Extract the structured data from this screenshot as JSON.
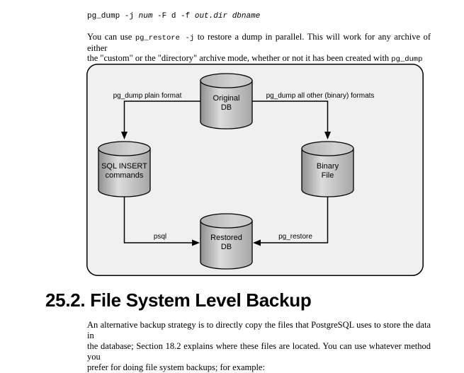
{
  "synopsis": {
    "c1": "pg_dump -j ",
    "v1": "num",
    "c2": " -F d -f ",
    "v2": "out.dir",
    "c3": " ",
    "v3": "dbname"
  },
  "intro": {
    "l1_pre": "You can use ",
    "l1_code": "pg_restore -j",
    "l1_post": " to restore a dump in parallel. This will work for any archive of either",
    "l2_pre": "the \"custom\" or the \"directory\" archive mode, whether or not it has been created with ",
    "l2_code": "pg_dump -j",
    "l2_post": "."
  },
  "diagram": {
    "background": "#f0f0f0",
    "border_color": "#000000",
    "cylinder_colors": {
      "body_dark": "#8f8f8f",
      "body_light": "#dcdcdc",
      "body_right": "#a6a6a6",
      "top_dark": "#b0b0b0",
      "top_light": "#d2d2d2"
    },
    "nodes": {
      "original_db": {
        "line1": "Original",
        "line2": "DB"
      },
      "sql_insert": {
        "line1": "SQL INSERT",
        "line2": "commands"
      },
      "binary_file": {
        "line1": "Binary",
        "line2": "File"
      },
      "restored_db": {
        "line1": "Restored",
        "line2": "DB"
      }
    },
    "edges": {
      "plain_format": "pg_dump plain format",
      "binary_formats": "pg_dump all other (binary) formats",
      "psql": "psql",
      "pg_restore": "pg_restore"
    }
  },
  "heading": {
    "text": "25.2. File System Level Backup"
  },
  "body": {
    "l1": "An alternative backup strategy is to directly copy the files that PostgreSQL uses to store the data in",
    "l2_pre": "the database; ",
    "l2_ref": "Section 18.2",
    "l2_post": " explains where these files are located. You can use whatever method you",
    "l3": "prefer for doing file system backups; for example:"
  }
}
